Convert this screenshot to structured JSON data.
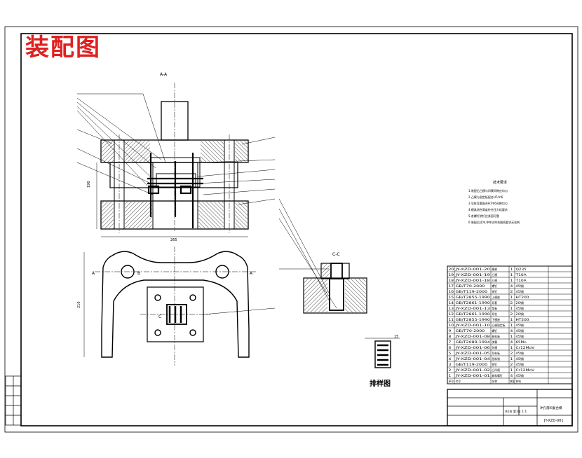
{
  "title": "装配图",
  "drawing": {
    "section_aa": "A-A",
    "section_cc": "C-C",
    "strip_layout": "排样图",
    "tech_req": {
      "heading": "技术要求",
      "lines": [
        "1.装配后凸模与凹模间隙应均匀",
        "2.凸模与固定板配合H7/m6",
        "3.导柱导套配合H7/h6间隙均匀",
        "4.模具闭合高度符合压力机要求",
        "5.各螺钉销钉应紧固可靠",
        "6.装配后试冲,冲件应符合图纸要求无毛刺"
      ]
    },
    "dimensions": {
      "width": "265",
      "plan_height": "210",
      "height": "190",
      "strip_pitch": "15"
    },
    "section_marks": {
      "a_left": "A",
      "a_right": "A",
      "b": "B",
      "c": "C"
    }
  },
  "parts_list": {
    "rows": [
      {
        "no": "20",
        "code": "JY-XZD-001-20",
        "name": "模柄",
        "qty": "1",
        "material": "Q235"
      },
      {
        "no": "19",
        "code": "JY-XZD-001-19",
        "name": "凸模",
        "qty": "1",
        "material": "T10A"
      },
      {
        "no": "18",
        "code": "JY-XZD-001-18",
        "name": "凸模",
        "qty": "1",
        "material": "T10A"
      },
      {
        "no": "17",
        "code": "GB/T70-2000",
        "name": "螺钉",
        "qty": "4",
        "material": "45钢"
      },
      {
        "no": "16",
        "code": "GB/T119-2000",
        "name": "销钉",
        "qty": "2",
        "material": "45钢"
      },
      {
        "no": "15",
        "code": "GB/T2855-1990",
        "name": "上模座",
        "qty": "1",
        "material": "HT200"
      },
      {
        "no": "14",
        "code": "GB/T2861-1990",
        "name": "导套",
        "qty": "2",
        "material": "20钢"
      },
      {
        "no": "13",
        "code": "JY-XZD-001-13",
        "name": "垫板",
        "qty": "1",
        "material": "45钢"
      },
      {
        "no": "12",
        "code": "GB/T2861-1990",
        "name": "导柱",
        "qty": "2",
        "material": "20钢"
      },
      {
        "no": "11",
        "code": "GB/T2855-1990",
        "name": "下模座",
        "qty": "1",
        "material": "HT200"
      },
      {
        "no": "10",
        "code": "JY-XZD-001-10",
        "name": "凸模固定板",
        "qty": "1",
        "material": "45钢"
      },
      {
        "no": "9",
        "code": "GB/T70-2000",
        "name": "螺钉",
        "qty": "4",
        "material": "45钢"
      },
      {
        "no": "8",
        "code": "JY-XZD-001-08",
        "name": "卸料板",
        "qty": "1",
        "material": "45钢"
      },
      {
        "no": "7",
        "code": "GB/T2089-1994",
        "name": "弹簧",
        "qty": "4",
        "material": "65Mn"
      },
      {
        "no": "6",
        "code": "JY-XZD-001-06",
        "name": "凹模",
        "qty": "1",
        "material": "Cr12MoV"
      },
      {
        "no": "5",
        "code": "JY-XZD-001-05",
        "name": "导料板",
        "qty": "2",
        "material": "45钢"
      },
      {
        "no": "4",
        "code": "JY-XZD-001-04",
        "name": "挡料销",
        "qty": "1",
        "material": "45钢"
      },
      {
        "no": "3",
        "code": "GB/T119-2000",
        "name": "销钉",
        "qty": "2",
        "material": "45钢"
      },
      {
        "no": "2",
        "code": "JY-XZD-001-02",
        "name": "凸凹模",
        "qty": "1",
        "material": "Cr12MoV"
      },
      {
        "no": "1",
        "code": "JY-XZD-001-01",
        "name": "卸料螺钉",
        "qty": "4",
        "material": "45钢"
      }
    ],
    "header": {
      "no": "序号",
      "code": "代号",
      "name": "名称",
      "qty": "数量",
      "material": "材料"
    }
  },
  "title_block": {
    "drawing_no": "JY-XZD-001",
    "part_name": "冲孔落料复合模",
    "scale": "1:1",
    "sheet": "共1张 第1张"
  }
}
